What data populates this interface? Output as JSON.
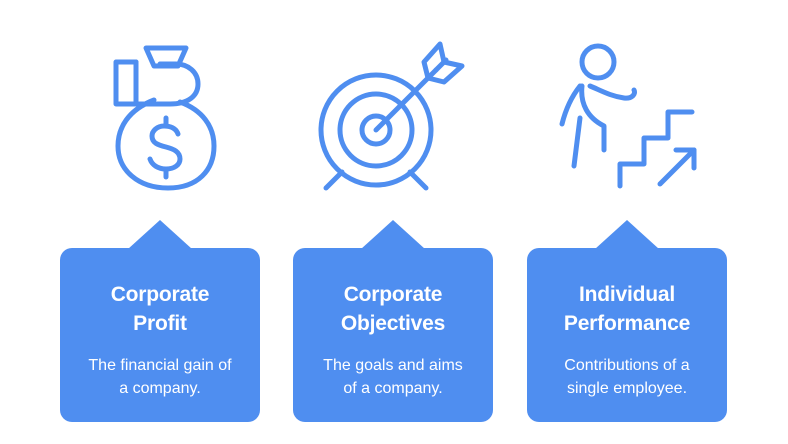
{
  "accent_color": "#4f8ef0",
  "cards": [
    {
      "icon": "money-bag-icon",
      "title_line1": "Corporate",
      "title_line2": "Profit",
      "desc_line1": "The financial gain of",
      "desc_line2": "a company."
    },
    {
      "icon": "target-arrow-icon",
      "title_line1": "Corporate",
      "title_line2": "Objectives",
      "desc_line1": "The goals and aims",
      "desc_line2": "of a company."
    },
    {
      "icon": "climbing-stairs-icon",
      "title_line1": "Individual",
      "title_line2": "Performance",
      "desc_line1": "Contributions of a",
      "desc_line2": "single employee."
    }
  ]
}
